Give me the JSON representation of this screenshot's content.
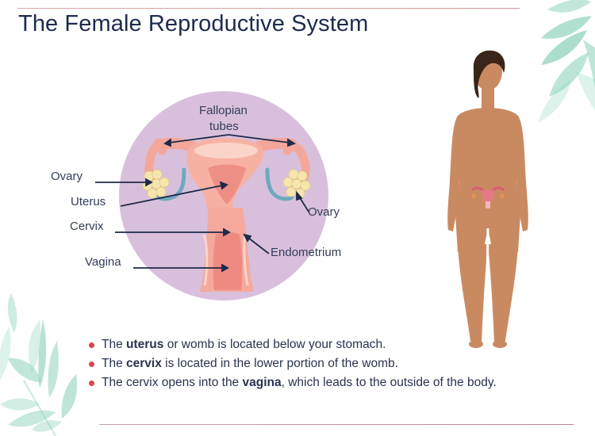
{
  "title": "The Female Reproductive System",
  "diagram": {
    "labels": {
      "fallopian_1": "Fallopian",
      "fallopian_2": "tubes",
      "ovary_left": "Ovary",
      "uterus": "Uterus",
      "cervix": "Cervix",
      "vagina": "Vagina",
      "ovary_right": "Ovary",
      "endometrium": "Endometrium"
    }
  },
  "bullets": [
    {
      "pre": "The ",
      "bold": "uterus",
      "post": " or womb is located below your stomach."
    },
    {
      "pre": "The ",
      "bold": "cervix",
      "post": " is located in the lower portion of the womb."
    },
    {
      "pre": "The cervix opens into the ",
      "bold": "vagina",
      "post": ", which leads to the outside of the body."
    }
  ],
  "colors": {
    "title": "#1d2b4f",
    "circle": "#d8c0dc",
    "uterus": "#f2a59a",
    "skin": "#c98a62",
    "hair": "#3b2419",
    "leaf": "#9fd9c6",
    "bullet": "#d9454e",
    "rule": "#e3a0a6"
  }
}
